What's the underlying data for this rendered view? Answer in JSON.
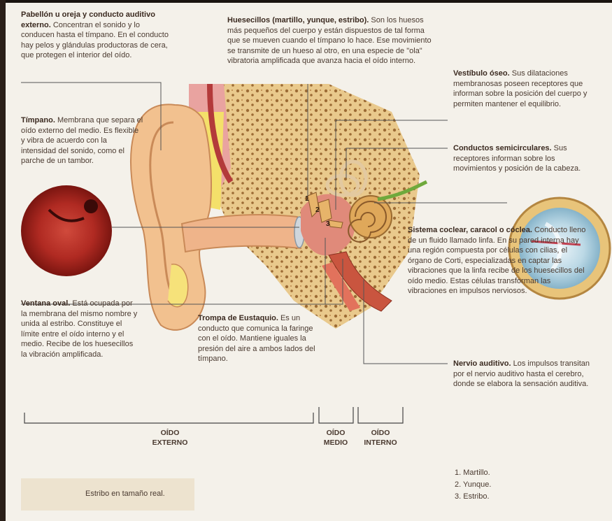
{
  "texts": {
    "pabellon": {
      "title": "Pabellón u oreja y conducto auditivo externo.",
      "body": "Concentran el sonido y lo conducen hasta el tímpano. En el conducto hay pelos y glándulas productoras de cera, que protegen el interior del oído."
    },
    "huesecillos": {
      "title": "Huesecillos (martillo, yunque, estribo).",
      "body": "Son los huesos más pequeños del cuerpo y están dispuestos de tal forma que se mueven cuando el tímpano lo hace. Ese movimiento se transmite de un hueso al otro, en una especie de \"ola\" vibratoria amplificada que avanza hacia el oído interno."
    },
    "vestibulo": {
      "title": "Vestíbulo óseo.",
      "body": "Sus dilataciones membranosas poseen receptores que informan sobre la posición del cuerpo y permiten mantener el equilibrio."
    },
    "timpano": {
      "title": "Tímpano.",
      "body": "Membrana que separa el oído externo del medio. Es flexible y vibra de acuerdo con la intensidad del sonido, como el parche de un tambor."
    },
    "conductos": {
      "title": "Conductos semicirculares.",
      "body": "Sus receptores informan sobre los movimientos y posición de la cabeza."
    },
    "coclea": {
      "title": "Sistema coclear, caracol o cóclea.",
      "body": "Conducto lleno de un fluido llamado linfa. En su pared interna hay una región compuesta por células con cilias, el órgano de Corti, especializadas en captar las vibraciones que la linfa recibe de los huesecillos del oído medio. Estas células transforman las vibraciones en impulsos nerviosos."
    },
    "ventana": {
      "title": "Ventana oval.",
      "body": "Está ocupada por la membrana del mismo nombre y unida al estribo. Constituye el límite entre el oído interno y el medio. Recibe de los huesecillos la vibración amplificada."
    },
    "trompa": {
      "title": "Trompa de Eustaquio.",
      "body": "Es un conducto que comunica la faringe con el oído. Mantiene iguales la presión del aire a ambos lados del tímpano."
    },
    "nervio": {
      "title": "Nervio auditivo.",
      "body": "Los impulsos transitan por el nervio auditivo hasta el cerebro, donde se elabora la sensación auditiva."
    }
  },
  "sections": {
    "externo": "OÍDO EXTERNO",
    "medio": "OÍDO MEDIO",
    "interno": "OÍDO INTERNO"
  },
  "numbers": [
    "1",
    "2",
    "3"
  ],
  "legend": [
    "1. Martillo.",
    "2. Yunque.",
    "3. Estribo."
  ],
  "stirrup_caption": "Estribo en tamaño real."
}
